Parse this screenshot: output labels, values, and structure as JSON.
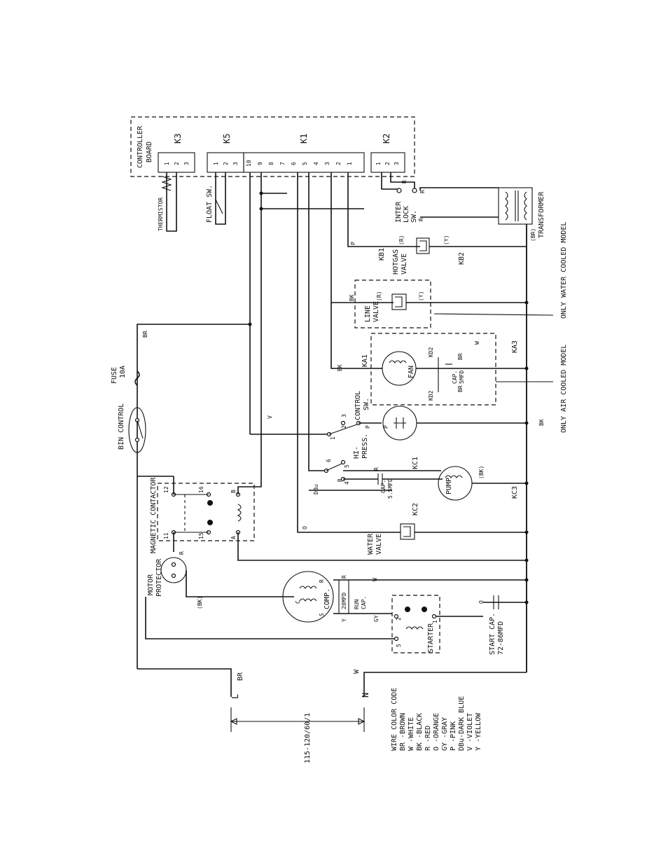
{
  "controller": {
    "board_label_1": "CONTROLLER",
    "board_label_2": "BOARD",
    "k3": "K3",
    "k5": "K5",
    "k1": "K1",
    "k2": "K2",
    "k3_pins": [
      "1",
      "2",
      "3"
    ],
    "k5_pins": [
      "1",
      "2",
      "3"
    ],
    "k1_pins": [
      "10",
      "9",
      "8",
      "7",
      "6",
      "5",
      "4",
      "3",
      "2",
      "1"
    ],
    "k2_pins": [
      "1",
      "2",
      "3"
    ]
  },
  "components": {
    "thermistor": "THERMISTOR",
    "float_sw": "FLOAT SW.",
    "interlock_1": "INTER",
    "interlock_2": "LOCK",
    "interlock_3": "SW.",
    "transformer": "TRANSFORMER",
    "hotgas_1": "HOTGAS",
    "hotgas_2": "VALVE",
    "line_1": "LINE",
    "line_2": "VALVE",
    "fan": "FAN",
    "cap_fan_1": "CAP.",
    "cap_fan_2": "5MFD",
    "fuse_1": "FUSE",
    "fuse_2": "10A",
    "bin_control": "BIN CONTROL",
    "control_sw_1": "CONTROL",
    "control_sw_2": "SW.",
    "hi_press_1": "HI-",
    "hi_press_2": "PRESS.",
    "pump": "PUMP",
    "pump_cap_1": "CAP.",
    "pump_cap_2": "5.5MFD",
    "magnetic_contactor": "MAGNETIC CONTACTOR",
    "motor_protector_1": "MOTOR",
    "motor_protector_2": "PROTECTOR",
    "water_valve_1": "WATER",
    "water_valve_2": "VALVE",
    "comp": "COMP.",
    "run_cap_1": "RUN",
    "run_cap_2": "CAP.",
    "run_cap_3": "20MFD",
    "starter": "STARTER",
    "start_cap_1": "START CAP.",
    "start_cap_2": "72-86MFD",
    "only_water": "ONLY WATER COOLED MODEL",
    "only_air": "ONLY AIR COOLED MODEL"
  },
  "wire_labels": {
    "br": "BR",
    "w": "W",
    "bk": "BK",
    "r": "R",
    "o": "O",
    "gy": "GY",
    "p": "P",
    "dbu": "DBu",
    "v": "V",
    "y": "Y",
    "bk_paren": "(BK)",
    "r_paren": "(R)",
    "y_paren": "(Y)",
    "br_paren": "(BR)",
    "kb1": "KB1",
    "kb2": "KB2",
    "ka1": "KA1",
    "ka3": "KA3",
    "kc1": "KC1",
    "kc2": "KC2",
    "kc3": "KC3",
    "kd2": "KD2",
    "c": "C",
    "s": "S",
    "a": "A",
    "b": "B"
  },
  "switch_pins": {
    "p11": "11",
    "p12": "12",
    "p15": "15",
    "p16": "16",
    "cs1": "1",
    "cs2": "2",
    "cs3": "3",
    "cs4": "4",
    "cs5": "5",
    "cs6": "6",
    "st1": "1",
    "st2": "2",
    "st5": "5"
  },
  "power": {
    "supply": "115-120/60/1",
    "line": "L",
    "neutral": "N"
  },
  "legend": {
    "title": "WIRE COLOR CODE",
    "rows": [
      "BR -BROWN",
      "W  -WHITE",
      "BK -BLACK",
      "R  -RED",
      "O  -ORANGE",
      "GY -GRAY",
      "P  -PINK",
      "DBu-DARK BLUE",
      "V  -VIOLET",
      "Y  -YELLOW"
    ]
  }
}
